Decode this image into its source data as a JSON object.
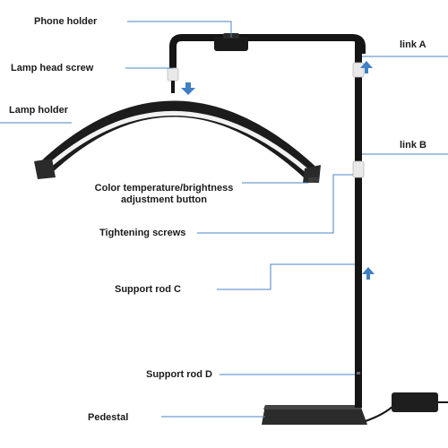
{
  "labels": {
    "phone_holder": "Phone holder",
    "lamp_head_screw": "Lamp head screw",
    "lamp_holder": "Lamp holder",
    "color_button_line1": "Color temperature/brightness",
    "color_button_line2": "adjustment button",
    "tightening_screws": "Tightening screws",
    "support_rod_c": "Support rod C",
    "support_rod_d": "Support rod D",
    "pedestal": "Pedestal",
    "link_a": "link A",
    "link_b": "link B"
  },
  "colors": {
    "leader_line": "#4a86c5",
    "arrow": "#3f7fc4",
    "lamp_body": "#1c1c1c",
    "lamp_diffuser": "#f2f2f2",
    "rod": "#151515",
    "base": "#2b2b2b",
    "connector": "#e9e9e9"
  }
}
